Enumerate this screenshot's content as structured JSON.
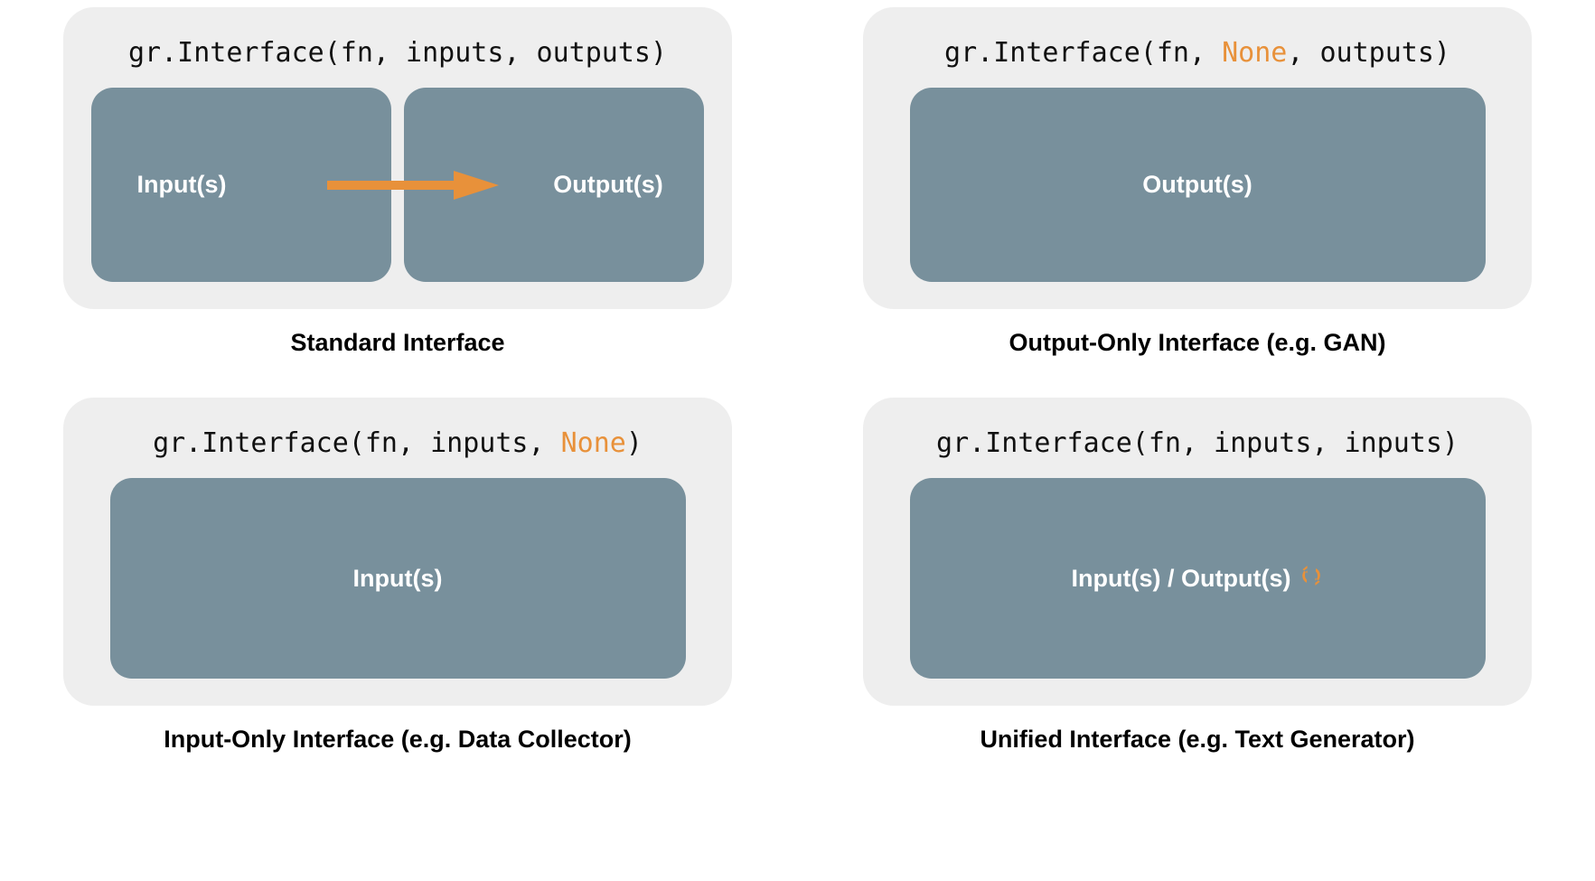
{
  "colors": {
    "background": "#ffffff",
    "card": "#EEEEEE",
    "block": "#78909C",
    "accent_orange": "#E8913A",
    "text_dark": "#111111",
    "text_light": "#ffffff"
  },
  "panels": [
    {
      "id": "standard-interface",
      "code": {
        "prefix": "gr.Interface(fn, inputs, outputs)",
        "parts": [
          {
            "text": "gr.Interface(fn, inputs, outputs)",
            "highlight": false
          }
        ]
      },
      "blocks": [
        {
          "label": "Input(s)"
        },
        {
          "label": "Output(s)"
        }
      ],
      "arrow": {
        "present": true,
        "direction": "right",
        "color": "#E8913A"
      },
      "caption": "Standard Interface"
    },
    {
      "id": "output-only-interface",
      "code": {
        "parts": [
          {
            "text": "gr.Interface(fn, ",
            "highlight": false
          },
          {
            "text": "None",
            "highlight": true
          },
          {
            "text": ", outputs)",
            "highlight": false
          }
        ]
      },
      "blocks": [
        {
          "label": "Output(s)"
        }
      ],
      "arrow": {
        "present": false
      },
      "caption": "Output-Only Interface (e.g. GAN)"
    },
    {
      "id": "input-only-interface",
      "code": {
        "parts": [
          {
            "text": "gr.Interface(fn, inputs, ",
            "highlight": false
          },
          {
            "text": "None",
            "highlight": true
          },
          {
            "text": ")",
            "highlight": false
          }
        ]
      },
      "blocks": [
        {
          "label": "Input(s)"
        }
      ],
      "arrow": {
        "present": false
      },
      "caption": "Input-Only Interface (e.g. Data Collector)"
    },
    {
      "id": "unified-interface",
      "code": {
        "parts": [
          {
            "text": "gr.Interface(fn, inputs, inputs)",
            "highlight": false
          }
        ]
      },
      "blocks": [
        {
          "label": "Input(s) / Output(s)",
          "icon": "cycle-icon"
        }
      ],
      "arrow": {
        "present": false
      },
      "caption": "Unified Interface (e.g. Text Generator)"
    }
  ],
  "q1": {
    "code_full": "gr.Interface(fn, inputs, outputs)",
    "block_input": "Input(s)",
    "block_output": "Output(s)",
    "caption": "Standard Interface"
  },
  "q2": {
    "code_pre": "gr.Interface(fn, ",
    "code_none": "None",
    "code_post": ", outputs)",
    "block_output": "Output(s)",
    "caption": "Output-Only Interface (e.g. GAN)"
  },
  "q3": {
    "code_pre": "gr.Interface(fn, inputs, ",
    "code_none": "None",
    "code_post": ")",
    "block_input": "Input(s)",
    "caption": "Input-Only Interface (e.g. Data Collector)"
  },
  "q4": {
    "code_full": "gr.Interface(fn, inputs, inputs)",
    "block_label": "Input(s) / Output(s)",
    "caption": "Unified Interface (e.g. Text Generator)"
  }
}
